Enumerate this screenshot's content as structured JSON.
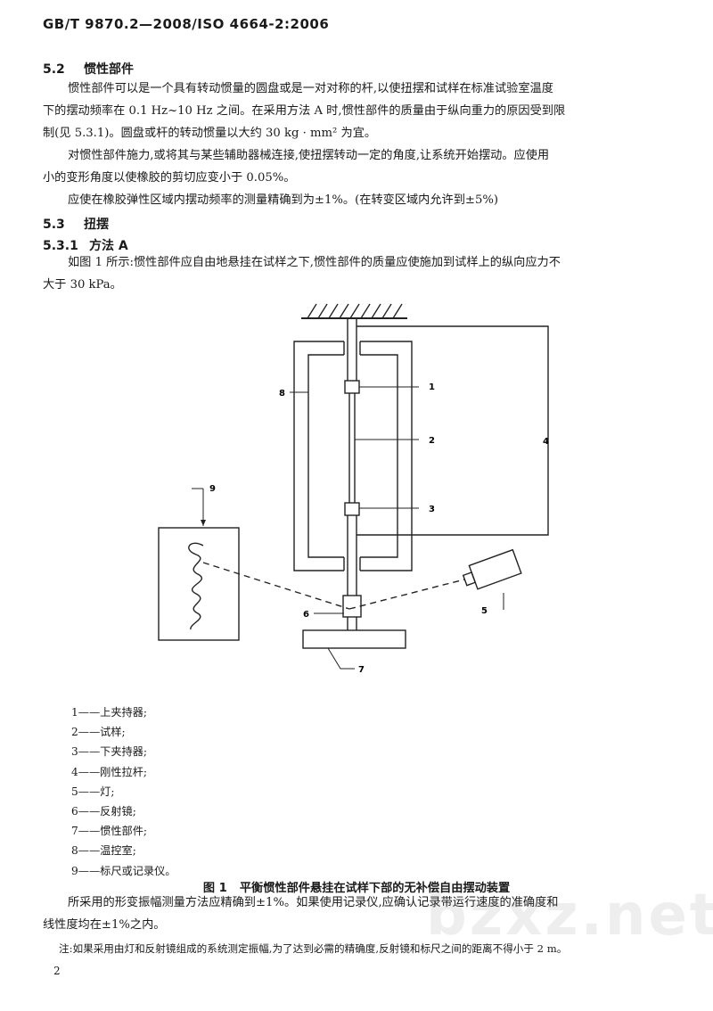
{
  "header": {
    "title": "GB/T 9870.2—2008/ISO 4664-2:2006"
  },
  "section_5_2": {
    "number": "5.2",
    "title": "惯性部件",
    "para1_line1": "惯性部件可以是一个具有转动惯量的圆盘或是一对对称的杆,以使扭摆和试样在标准试验室温度",
    "para1_line2": "下的摆动频率在 0.1 Hz~10 Hz 之间。在采用方法 A 时,惯性部件的质量由于纵向重力的原因受到限",
    "para1_line3": "制(见 5.3.1)。圆盘或杆的转动惯量以大约 30 kg · mm² 为宜。",
    "para2_line1": "对惯性部件施力,或将其与某些辅助器械连接,使扭摆转动一定的角度,让系统开始摆动。应使用",
    "para2_line2": "小的变形角度以使橡胶的剪切应变小于 0.05%。",
    "para3": "应使在橡胶弹性区域内摆动频率的测量精确到为±1%。(在转变区域内允许到±5%)"
  },
  "section_5_3": {
    "number": "5.3",
    "title": "扭摆"
  },
  "section_5_3_1": {
    "number": "5.3.1",
    "title": "方法 A",
    "para1_line1": "如图 1 所示:惯性部件应自由地悬挂在试样之下,惯性部件的质量应使施加到试样上的纵向应力不",
    "para1_line2": "大于 30 kPa。"
  },
  "figure": {
    "callouts": [
      "1",
      "2",
      "3",
      "4",
      "5",
      "6",
      "7",
      "8",
      "9"
    ],
    "legend": [
      "1——上夹持器;",
      "2——试样;",
      "3——下夹持器;",
      "4——刚性拉杆;",
      "5——灯;",
      "6——反射镜;",
      "7——惯性部件;",
      "8——温控室;",
      "9——标尺或记录仪。"
    ],
    "caption_no": "图 1",
    "caption": "平衡惯性部件悬挂在试样下部的无补偿自由摆动装置"
  },
  "after_figure": {
    "line1": "所采用的形变振幅测量方法应精确到±1%。如果使用记录仪,应确认记录带运行速度的准确度和",
    "line2": "线性度均在±1%之内。",
    "note": "注:如果采用由灯和反射镜组成的系统测定振幅,为了达到必需的精确度,反射镜和标尺之间的距离不得小于 2 m。"
  },
  "page_number": "2",
  "watermark": "bzxz.net"
}
